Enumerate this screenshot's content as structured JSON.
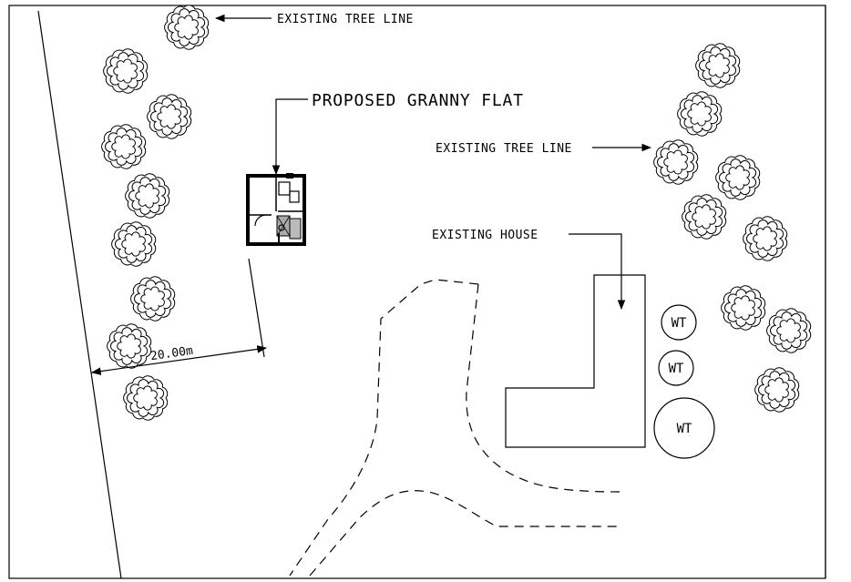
{
  "labels": {
    "tree_line_top": "EXISTING TREE LINE",
    "tree_line_right": "EXISTING TREE LINE",
    "granny_flat": "PROPOSED GRANNY FLAT",
    "existing_house": "EXISTING HOUSE",
    "dimension": "20.00m"
  },
  "water_tanks": [
    {
      "label": "WT"
    },
    {
      "label": "WT"
    },
    {
      "label": "WT"
    }
  ]
}
